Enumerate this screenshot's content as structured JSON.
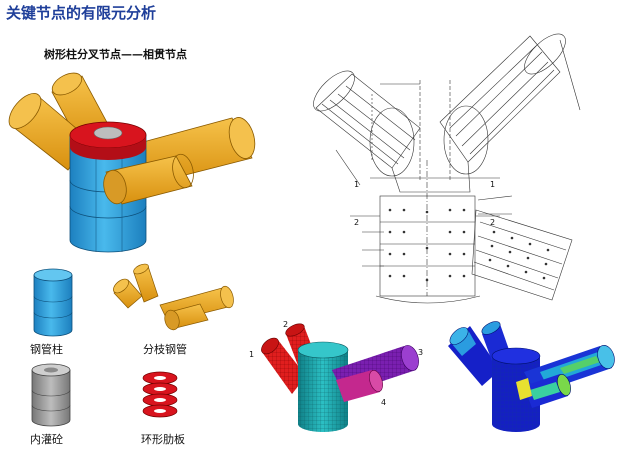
{
  "title": "关键节点的有限元分析",
  "subtitle": "树形柱分叉节点——相贯节点",
  "components": {
    "steel_column": "钢管柱",
    "branch_pipes": "分枝钢管",
    "infill_concrete": "内灌砼",
    "ring_stiffener": "环形肋板"
  },
  "fe_model_labels": [
    "1",
    "2",
    "3",
    "4"
  ],
  "drawing_section_marks": [
    "1",
    "1",
    "2",
    "2"
  ],
  "colors": {
    "title": "#1f3f9a",
    "branch_yellow": "#f0a020",
    "column_blue": "#2ea3df",
    "ring_red": "#d8141e",
    "concrete_gray": "#9a9a9a",
    "fe_teal": "#1aa0a6",
    "fe_red": "#e01e1e",
    "fe_purple": "#7a1fb0",
    "stress_blue": "#1520c8"
  }
}
